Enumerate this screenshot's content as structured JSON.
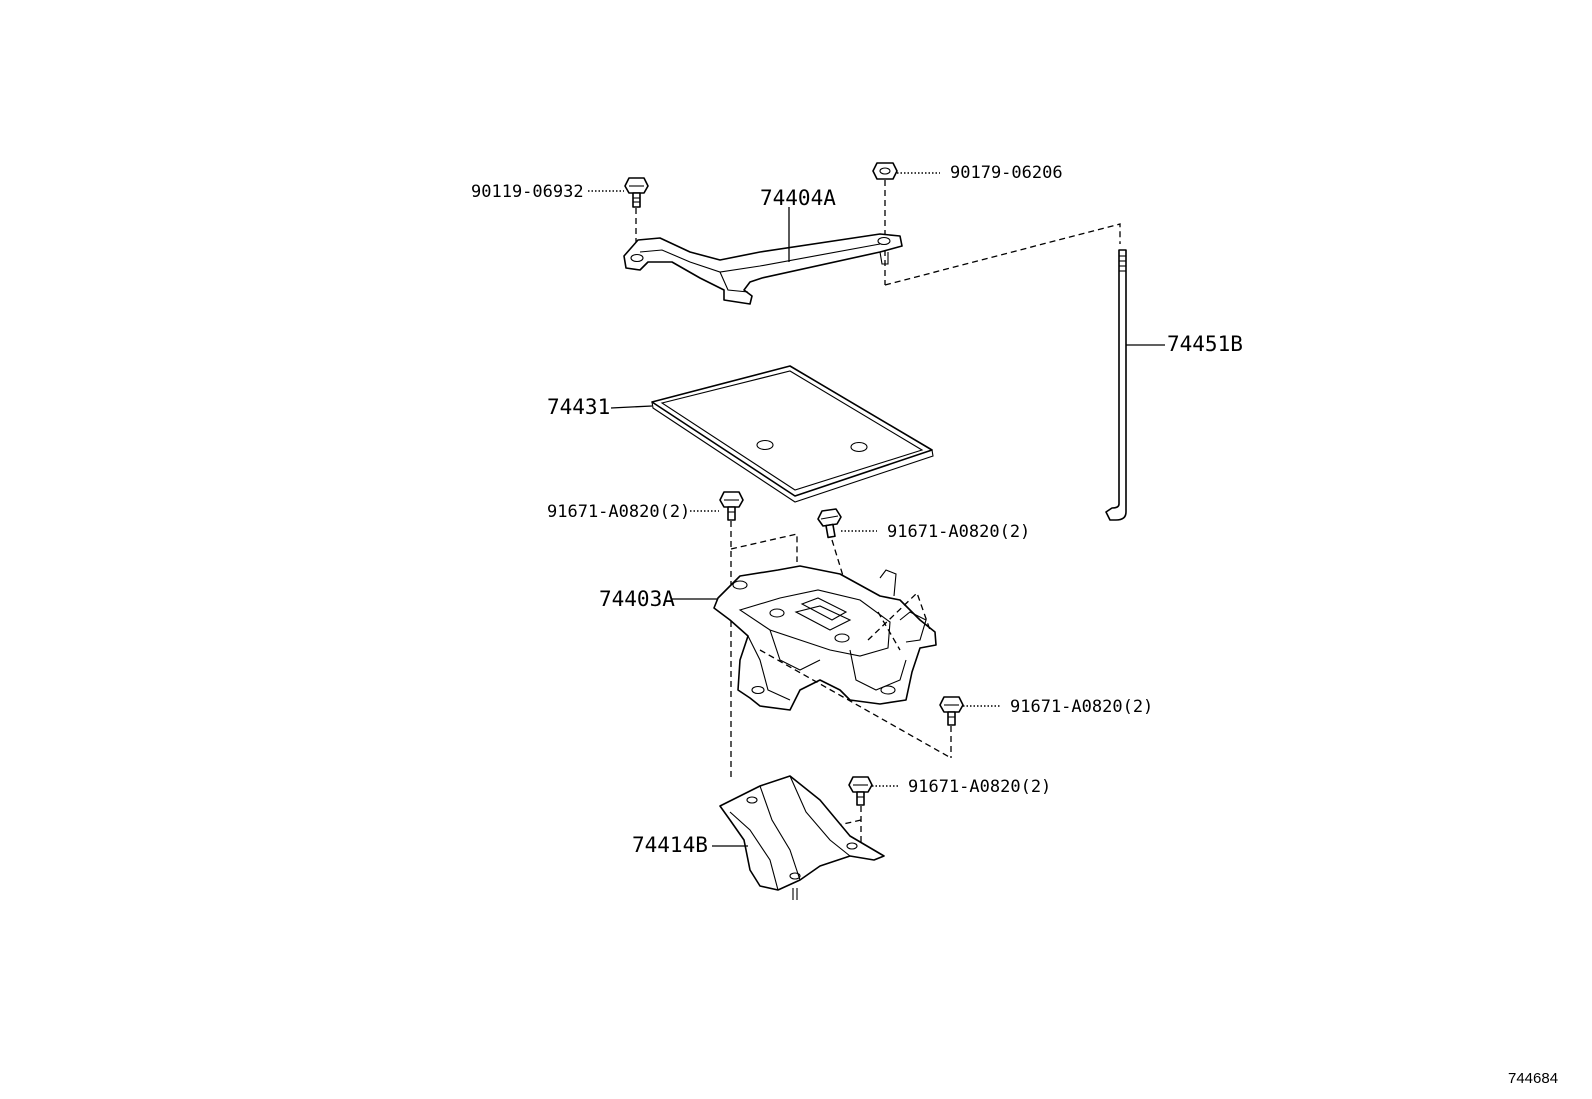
{
  "figure_number": "744684",
  "parts": [
    {
      "part_number": "90119-06932"
    },
    {
      "part_number": "90179-06206"
    },
    {
      "part_number": "74404A"
    },
    {
      "part_number": "74451B"
    },
    {
      "part_number": "74431"
    },
    {
      "part_number": "91671-A0820(2)",
      "instance": "upper-left"
    },
    {
      "part_number": "91671-A0820(2)",
      "instance": "upper-right"
    },
    {
      "part_number": "74403A"
    },
    {
      "part_number": "91671-A0820(2)",
      "instance": "middle-right"
    },
    {
      "part_number": "91671-A0820(2)",
      "instance": "lower"
    },
    {
      "part_number": "74414B"
    }
  ]
}
